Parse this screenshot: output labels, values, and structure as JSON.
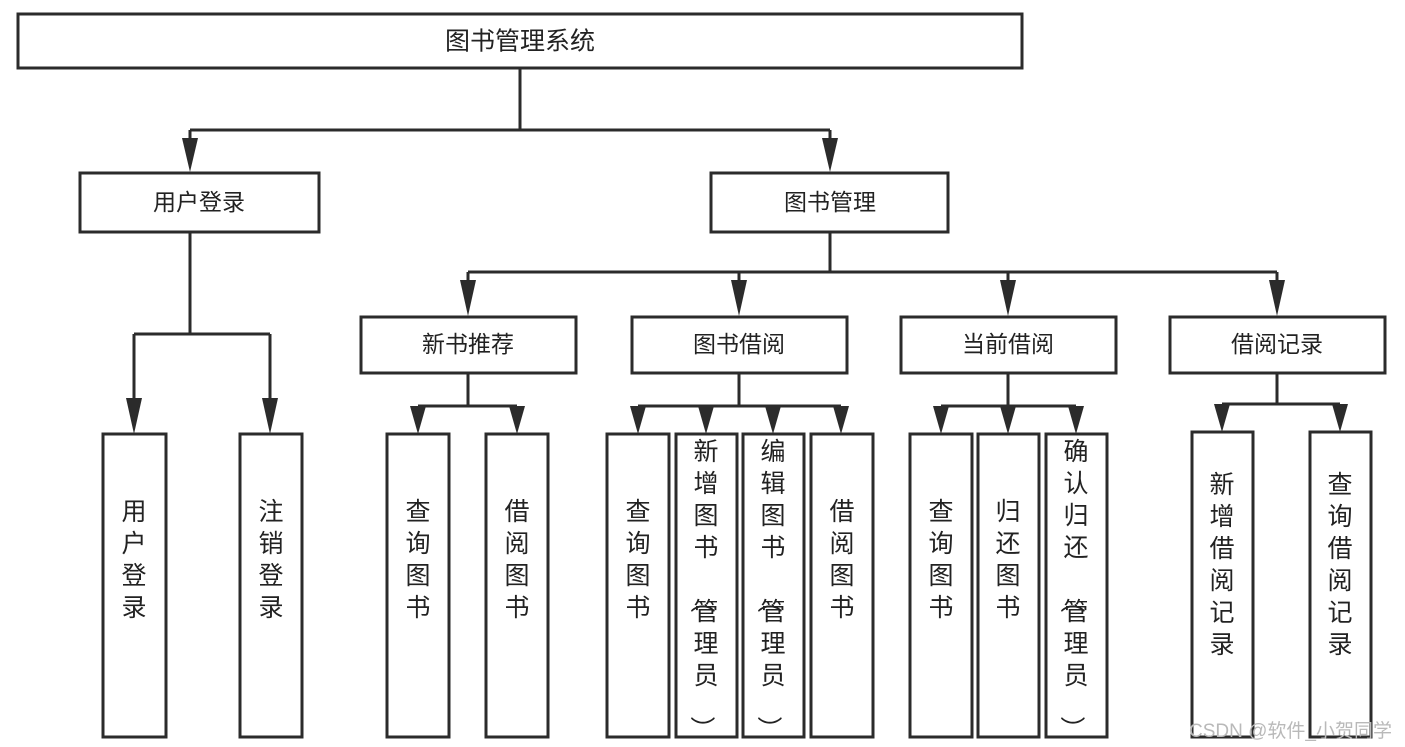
{
  "diagram": {
    "type": "tree-hierarchy-chart",
    "root": {
      "id": "root",
      "label": "图书管理系统"
    },
    "level2": [
      {
        "id": "user-login",
        "label": "用户登录"
      },
      {
        "id": "book-management",
        "label": "图书管理"
      }
    ],
    "level3": [
      {
        "id": "new-book-recommend",
        "label": "新书推荐",
        "parent": "book-management"
      },
      {
        "id": "book-borrow",
        "label": "图书借阅",
        "parent": "book-management"
      },
      {
        "id": "current-borrow",
        "label": "当前借阅",
        "parent": "book-management"
      },
      {
        "id": "borrow-record",
        "label": "借阅记录",
        "parent": "book-management"
      }
    ],
    "leaves": {
      "user-login": [
        {
          "id": "leaf-user-login",
          "label": "用户登录"
        },
        {
          "id": "leaf-logout-login",
          "label": "注销登录"
        }
      ],
      "new-book-recommend": [
        {
          "id": "leaf-query-book-1",
          "label": "查询图书"
        },
        {
          "id": "leaf-borrow-book-1",
          "label": "借阅图书"
        }
      ],
      "book-borrow": [
        {
          "id": "leaf-query-book-2",
          "label": "查询图书"
        },
        {
          "id": "leaf-add-book",
          "label": "新增图书（管理员）"
        },
        {
          "id": "leaf-edit-book",
          "label": "编辑图书（管理员）"
        },
        {
          "id": "leaf-borrow-book-2",
          "label": "借阅图书"
        }
      ],
      "current-borrow": [
        {
          "id": "leaf-query-book-3",
          "label": "查询图书"
        },
        {
          "id": "leaf-return-book",
          "label": "归还图书"
        },
        {
          "id": "leaf-confirm-return",
          "label": "确认归还（管理员）"
        }
      ],
      "borrow-record": [
        {
          "id": "leaf-add-record",
          "label": "新增借阅记录"
        },
        {
          "id": "leaf-query-record",
          "label": "查询借阅记录"
        }
      ]
    }
  },
  "watermark": {
    "text": "CSDN @软件_小贺同学"
  },
  "colors": {
    "background": "#ffffff",
    "box_stroke": "#2b2b2b",
    "box_fill": "#ffffff",
    "text": "#222222",
    "watermark": "#b9b9b9"
  }
}
